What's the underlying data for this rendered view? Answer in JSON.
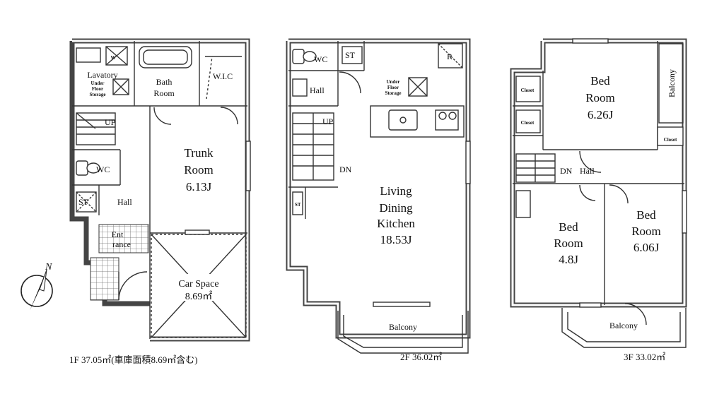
{
  "floors": {
    "f1": {
      "caption": "1F 37.05㎡(車庫面積8.69㎡含む)",
      "rooms": {
        "lavatory": "Lavatory",
        "w": "W",
        "underfloor": [
          "Under",
          "Floor",
          "Storage"
        ],
        "bath": [
          "Bath",
          "Room"
        ],
        "wic": "W.I.C",
        "up": "UP",
        "wc": "WC",
        "st": "ST",
        "hall": "Hall",
        "entrance": [
          "Ent",
          "rance"
        ],
        "trunk": [
          "Trunk",
          "Room",
          "6.13J"
        ],
        "car": [
          "Car Space",
          "8.69㎡"
        ]
      }
    },
    "f2": {
      "caption": "2F 36.02㎡",
      "rooms": {
        "wc": "WC",
        "st": "ST",
        "r": "R",
        "hall": "Hall",
        "underfloor": [
          "Under",
          "Floor",
          "Storage"
        ],
        "up": "UP",
        "dn": "DN",
        "st2": "ST",
        "ldk": [
          "Living",
          "Dining",
          "Kitchen",
          "18.53J"
        ],
        "balcony": "Balcony"
      }
    },
    "f3": {
      "caption": "3F 33.02㎡",
      "rooms": {
        "closet1": "Closet",
        "closet2": "Closet",
        "closet3": "Closet",
        "bed1": [
          "Bed",
          "Room",
          "6.26J"
        ],
        "balcony_side": "Balcony",
        "dn": "DN",
        "hall": "Hall",
        "bed2": [
          "Bed",
          "Room",
          "4.8J"
        ],
        "bed3": [
          "Bed",
          "Room",
          "6.06J"
        ],
        "balcony": "Balcony"
      }
    }
  },
  "compass": {
    "north": "N"
  }
}
